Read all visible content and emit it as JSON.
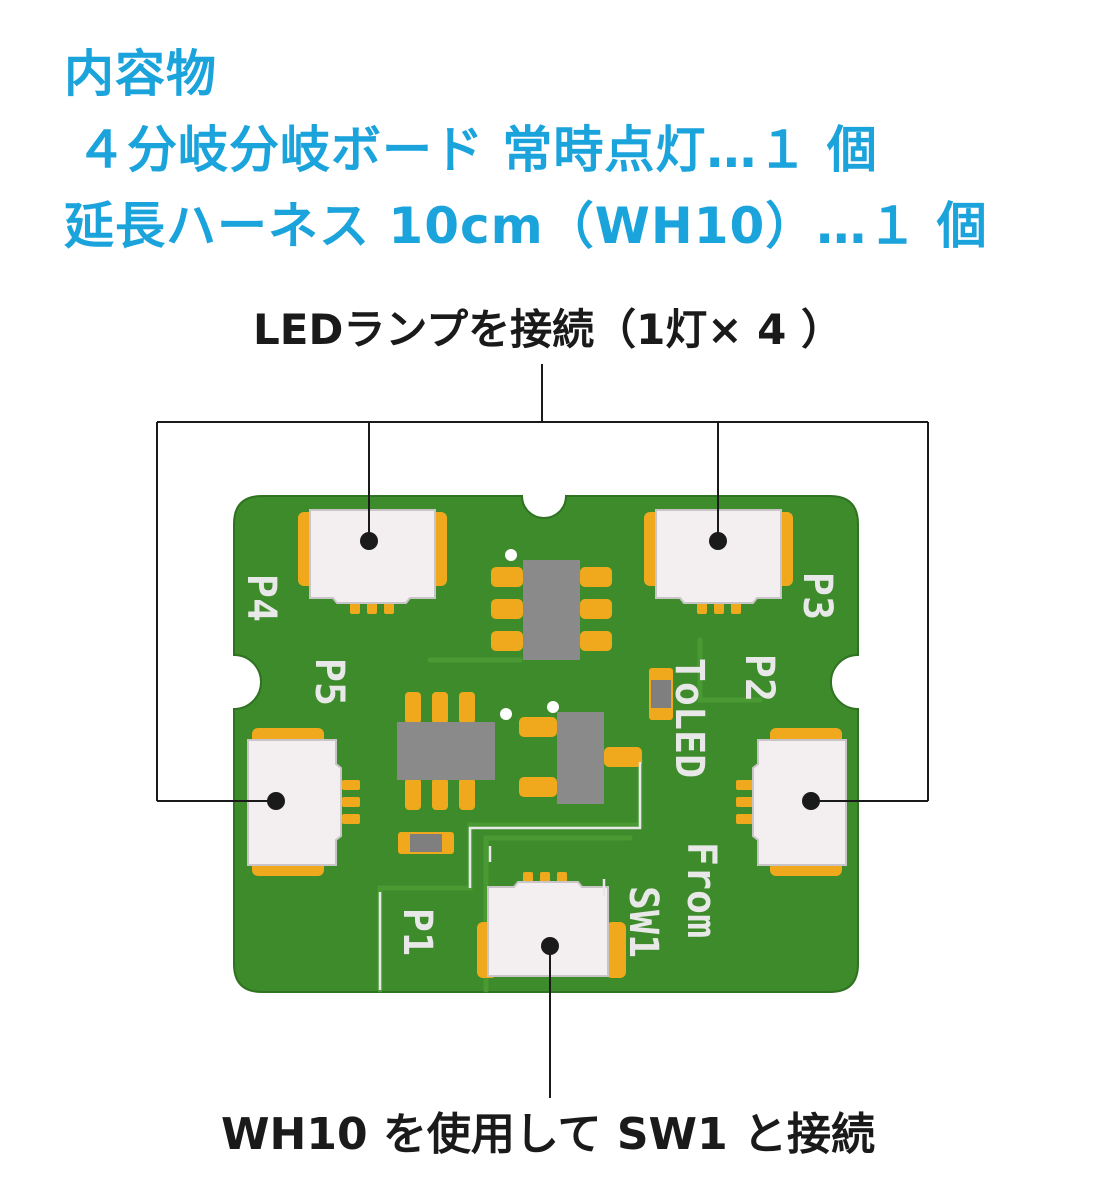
{
  "title": {
    "heading": "内容物",
    "item1": "４分岐分岐ボード 常時点灯…１ 個",
    "item2": "延長ハーネス 10cm（WH10）…１ 個"
  },
  "callouts": {
    "top": "LEDランプを接続（1灯× 4 ）",
    "bottom": "WH10 を使用して SW1 と接続"
  },
  "board": {
    "labels": {
      "p1": "P1",
      "p2": "P2",
      "p3": "P3",
      "p4": "P4",
      "p5": "P5",
      "sw1": "SW1",
      "to_led": "ToLED",
      "from": "From"
    }
  },
  "colors": {
    "title": "#1ba3dc",
    "board": "#3d8b2a",
    "board_edge": "#2f7322",
    "pad": "#f0a91c",
    "chip": "#8a8a8a",
    "connector": "#f3eff0",
    "silkscreen": "#e8e8e8"
  }
}
